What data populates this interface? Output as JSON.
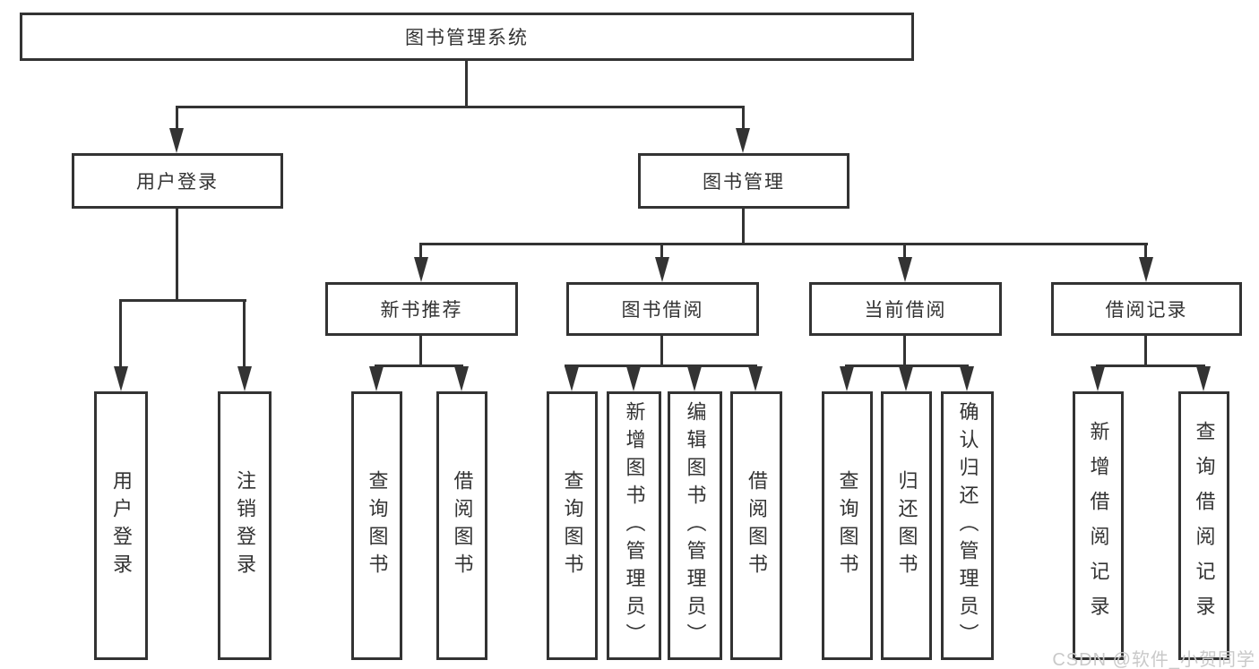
{
  "tree": {
    "label": "图书管理系统",
    "children": [
      {
        "label": "用户登录",
        "children": [
          {
            "label": "用户登录"
          },
          {
            "label": "注销登录"
          }
        ]
      },
      {
        "label": "图书管理",
        "children": [
          {
            "label": "新书推荐",
            "children": [
              {
                "label": "查询图书"
              },
              {
                "label": "借阅图书"
              }
            ]
          },
          {
            "label": "图书借阅",
            "children": [
              {
                "label": "查询图书"
              },
              {
                "label": "新增图书（管理员）"
              },
              {
                "label": "编辑图书（管理员）"
              },
              {
                "label": "借阅图书"
              }
            ]
          },
          {
            "label": "当前借阅",
            "children": [
              {
                "label": "查询图书"
              },
              {
                "label": "归还图书"
              },
              {
                "label": "确认归还（管理员）"
              }
            ]
          },
          {
            "label": "借阅记录",
            "children": [
              {
                "label": "新增借阅记录"
              },
              {
                "label": "查询借阅记录"
              }
            ]
          }
        ]
      }
    ]
  },
  "watermark": {
    "text": "CSDN @软件_小贺同学"
  },
  "colors": {
    "line": "#333333",
    "text": "#333333",
    "background": "#ffffff",
    "watermark": "#c9c9c9"
  }
}
